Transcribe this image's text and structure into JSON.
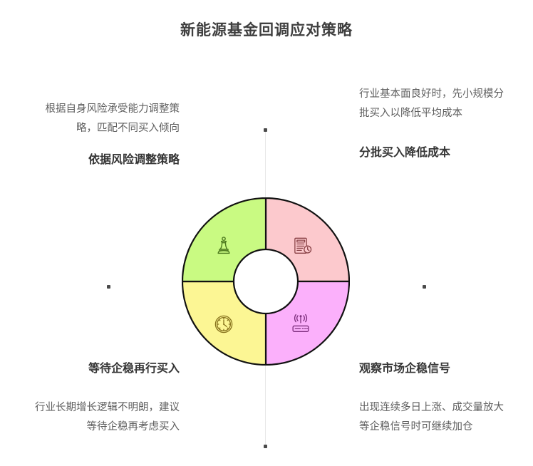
{
  "title": "新能源基金回调应对策略",
  "blocks": {
    "top_left": {
      "description": "根据自身风险承受能力调整策略，匹配不同买入倾向",
      "heading": "依据风险调整策略"
    },
    "top_right": {
      "description": "行业基本面良好时，先小规模分批买入以降低平均成本",
      "heading": "分批买入降低成本"
    },
    "bottom_left": {
      "heading": "等待企稳再行买入",
      "description": "行业长期增长逻辑不明朗，建议等待企稳再考虑买入"
    },
    "bottom_right": {
      "heading": "观察市场企稳信号",
      "description": "出现连续多日上涨、成交量放大等企稳信号时可继续加仓"
    }
  },
  "chart_data": {
    "type": "pie",
    "title": "新能源基金回调应对策略",
    "hole": 0.385,
    "legend": "none",
    "categories": [
      "依据风险调整策略",
      "分批买入降低成本",
      "观察市场企稳信号",
      "等待企稳再行买入"
    ],
    "values": [
      25,
      25,
      25,
      25
    ],
    "segments": [
      {
        "label": "依据风险调整策略",
        "value": 25,
        "position": "top-left",
        "fill": "#c9fa82",
        "stroke": "#111111",
        "icon": "chess-piece-icon",
        "icon_color": "#4d7a1f"
      },
      {
        "label": "分批买入降低成本",
        "value": 25,
        "position": "top-right",
        "fill": "#fcc9cd",
        "stroke": "#111111",
        "icon": "document-clock-icon",
        "icon_color": "#8a4348"
      },
      {
        "label": "观察市场企稳信号",
        "value": 25,
        "position": "bottom-right",
        "fill": "#fbb0fb",
        "stroke": "#111111",
        "icon": "signal-router-icon",
        "icon_color": "#7d2f7d"
      },
      {
        "label": "等待企稳再行买入",
        "value": 25,
        "position": "bottom-left",
        "fill": "#fcf694",
        "stroke": "#111111",
        "icon": "clock-icon",
        "icon_color": "#87721d"
      }
    ]
  },
  "colors": {
    "background": "#ffffff",
    "title_text": "#3f3f3f",
    "heading_text": "#353535",
    "body_text": "#5e5e5e",
    "guide_line": "#e8e8e8",
    "guide_dot": "#4a4a4a"
  }
}
